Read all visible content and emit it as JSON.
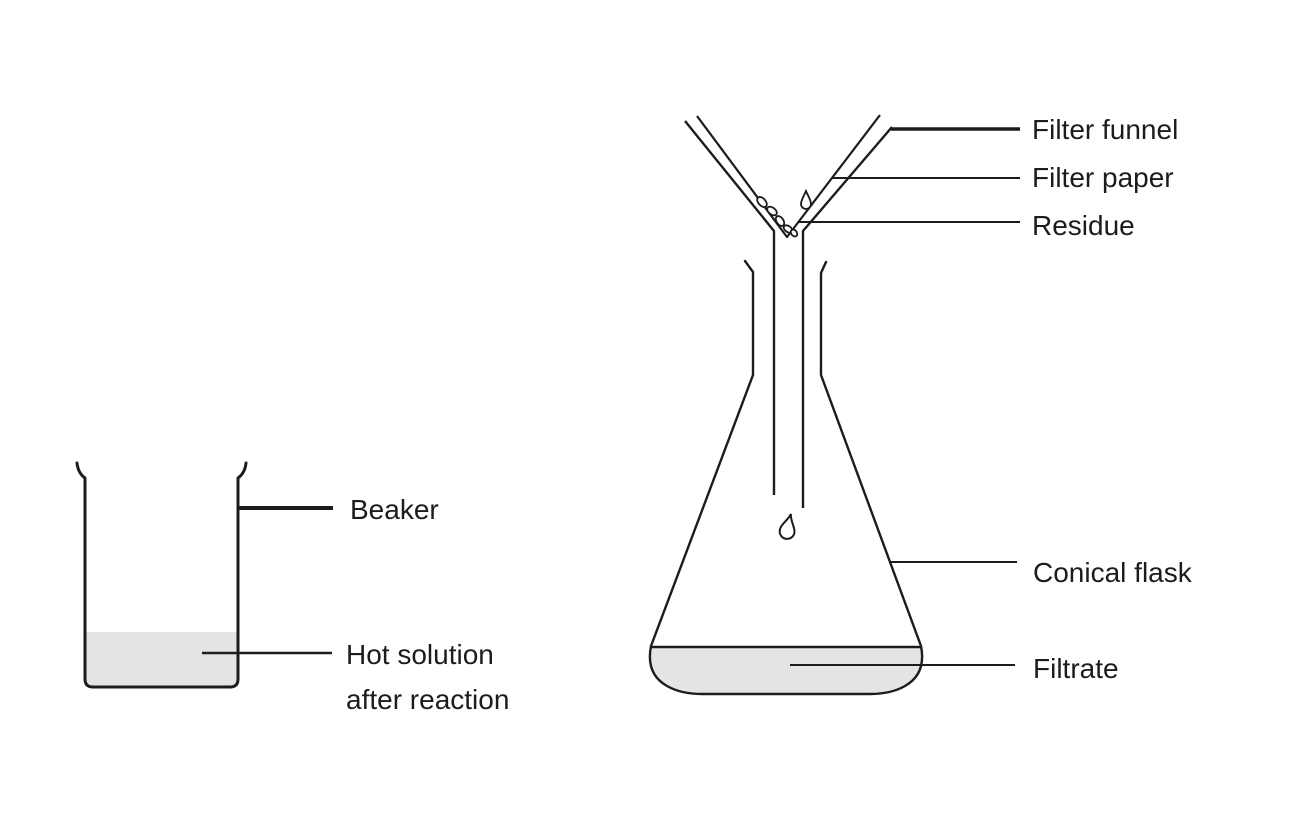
{
  "diagram": {
    "description": "Filtration apparatus diagram: beaker with hot solution, filter funnel with filter paper and residue over a conical flask collecting filtrate",
    "colors": {
      "line": "#1c1c1c",
      "liquid": "#e4e4e4",
      "background": "#ffffff"
    },
    "labels": {
      "filter_funnel": "Filter funnel",
      "filter_paper": "Filter paper",
      "residue": "Residue",
      "beaker": "Beaker",
      "hot_solution_line1": "Hot solution",
      "hot_solution_line2": "after reaction",
      "conical_flask": "Conical flask",
      "filtrate": "Filtrate"
    }
  }
}
